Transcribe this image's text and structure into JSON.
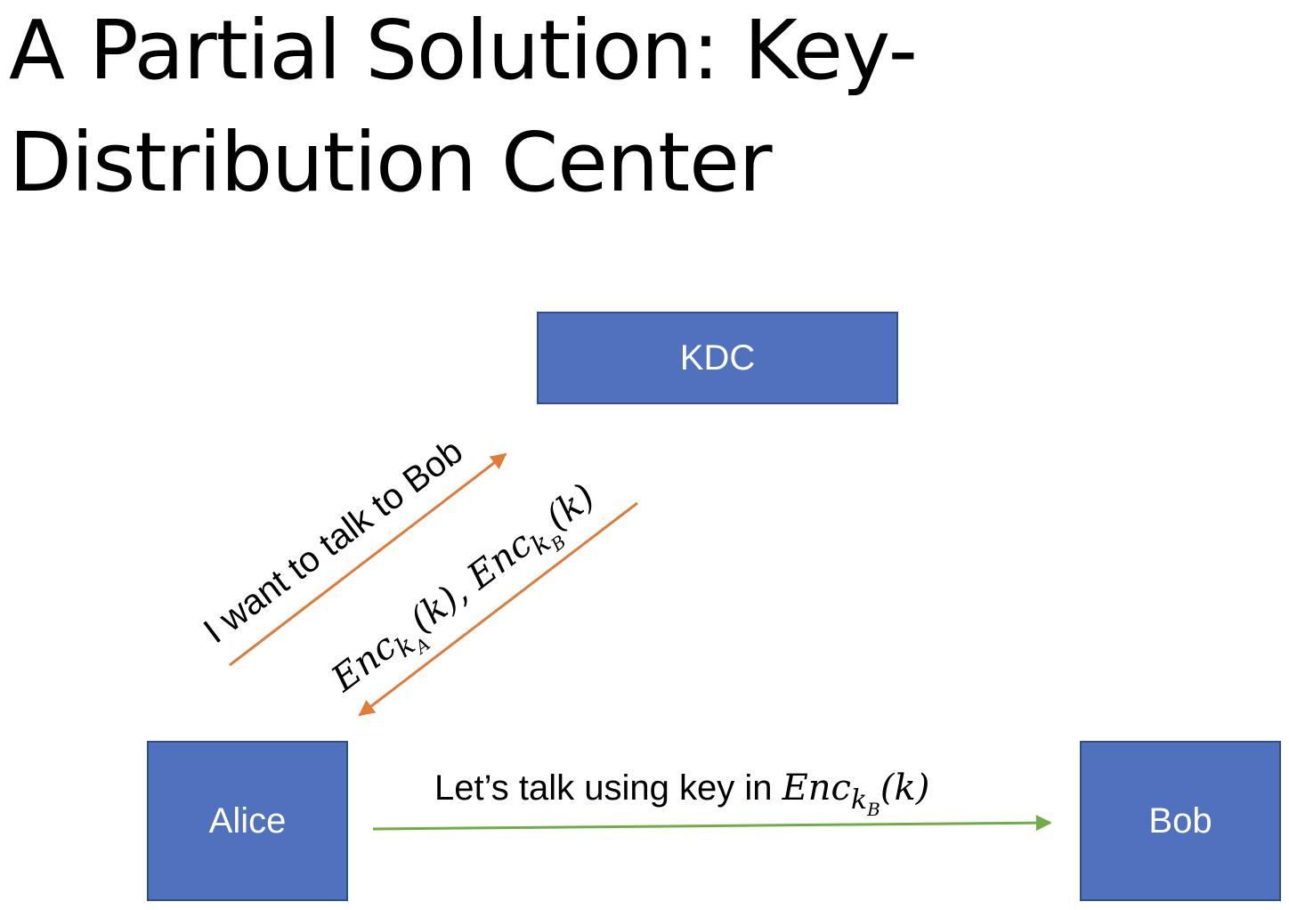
{
  "title": {
    "line1": "A Partial Solution: Key-",
    "line2": "Distribution Center"
  },
  "nodes": {
    "kdc": "KDC",
    "alice": "Alice",
    "bob": "Bob"
  },
  "messages": {
    "request": {
      "text": "I want to talk to Bob",
      "color": "#e07b39"
    },
    "response": {
      "enc": "Enc",
      "k": "k",
      "sub_a": "A",
      "sub_b": "B",
      "open": "(",
      "close": ")",
      "sep": ", ",
      "color": "#e07b39"
    },
    "talk": {
      "text": "Let’s talk using key in ",
      "enc": "Enc",
      "k": "k",
      "sub_b": "B",
      "open": "(",
      "close": ")",
      "color": "#70ad47"
    }
  },
  "colors": {
    "box_fill": "#4f71be",
    "box_border": "#2f4f8c",
    "box_text": "#ffffff"
  }
}
